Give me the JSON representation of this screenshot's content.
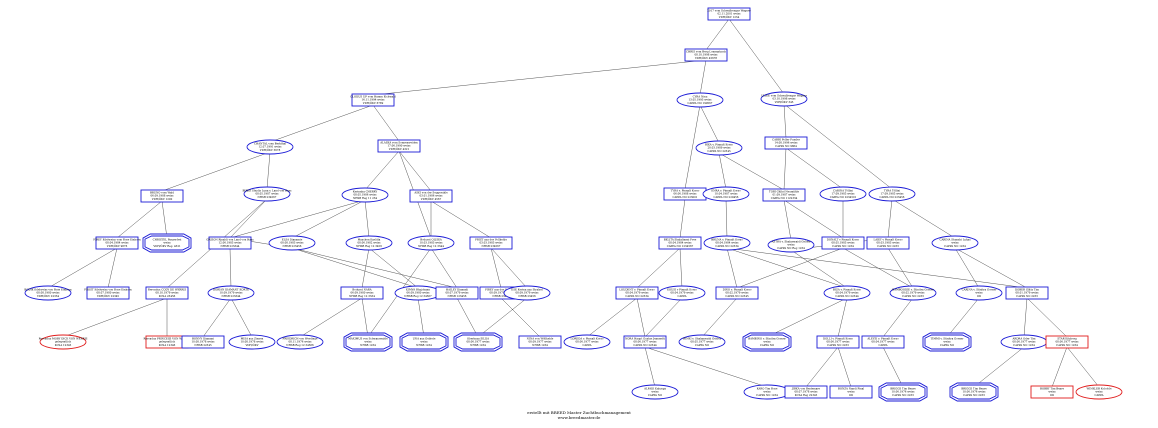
{
  "colors": {
    "male": "#1a1ad6",
    "female": "#1a1ad6",
    "highlight": "#e01b1b",
    "edge": "#555555"
  },
  "footer": {
    "line1": "erstellt mit BREED Master Zuchtbuchmanagement",
    "line2": "www.breedmaster.de"
  },
  "nodes": [
    {
      "id": "r",
      "lines": [
        "2017 vom Schwalbengar Wagner",
        "02.11.2001 weiss",
        "VDH/ÖKV 1234"
      ]
    },
    {
      "id": "a",
      "lines": [
        "CHRIS vom Berg Lommatzsch",
        "08.10.1998 weiss",
        "VDH/ÖKV 45678"
      ]
    },
    {
      "id": "b",
      "lines": [
        "ULIKE vom Schwalbengar Wagner",
        "03.10.1998 weiss",
        "VDH/ÖKV 345"
      ]
    },
    {
      "id": "c",
      "lines": [
        "CLODUS UP vom Hamm Eichwald",
        "16.11.1994 weiss",
        "VDH/ÖKV 6789"
      ]
    },
    {
      "id": "d",
      "lines": [
        "CYRA Ninu",
        "13.05.1993 weiss",
        "CAPPA NO 199567"
      ]
    },
    {
      "id": "e",
      "lines": [
        "CARRI Poller Funder",
        "14.08.1996 weiss",
        "CAPPA NO 9864"
      ]
    },
    {
      "id": "f",
      "lines": [
        "CHANTAL vom Berkthal",
        "12.07.1991 weiss",
        "VDH/ÖKV 5678"
      ]
    },
    {
      "id": "g",
      "lines": [
        "ALASKA vom Sonnenweiden",
        "17.06.1990 weiss",
        "VDH/ÖKV 4321"
      ]
    },
    {
      "id": "h",
      "lines": [
        "RIKA v. Pinnalt Korso",
        "20.03.1989 weiss",
        "CAPPA NO 22345"
      ]
    },
    {
      "id": "i",
      "lines": [
        "BRUNO vom Wald",
        "06.09.1988 weiss",
        "VDH/ÖKV 1200"
      ]
    },
    {
      "id": "j",
      "lines": [
        "BIRKE Shudis Luna v. Land von Hass",
        "08.05.1987 weiss",
        "NHSB 234567"
      ]
    },
    {
      "id": "k",
      "lines": [
        "Kerinnha CHERRY",
        "08.05.1986 weiss",
        "NHSB Reg 11 234"
      ]
    },
    {
      "id": "l",
      "lines": [
        "ASKI von der Seggeruhle",
        "03.01.1986 weiss",
        "VDH/ÖKV 4567"
      ]
    },
    {
      "id": "m",
      "lines": [
        "TYRA v. Pinnalt Korso",
        "06.06.1988 weiss",
        "CAPPA NO 223001"
      ]
    },
    {
      "id": "n",
      "lines": [
        "ENRA v. Pinnalt Korso",
        "10.04.1987 weiss",
        "CAPPA NO 220456"
      ]
    },
    {
      "id": "o",
      "lines": [
        "TORI Glühd Neumühle",
        "01.09.1987 weiss",
        "CAPPA NO 1122334"
      ]
    },
    {
      "id": "p",
      "lines": [
        "CARINA Töllini",
        "17.09.1985 weiss",
        "CAPPA NO 2234501"
      ]
    },
    {
      "id": "q",
      "lines": [
        "TYRA Töllini",
        "17.09.1985 weiss",
        "CAPPA NO 223456"
      ]
    },
    {
      "id": "s",
      "lines": [
        "FIREY Edelweiss vom Rose Einhorn",
        "08.04.1984 weiss",
        "VDH/ÖKV 9876"
      ]
    },
    {
      "id": "t",
      "lines": [
        "CHRISTEL Panzerfrei",
        "weiss",
        "VDH/ÖKV Reg. 4321"
      ]
    },
    {
      "id": "u",
      "lines": [
        "GRISON Rinaldi von Land von Hass",
        "12.06.1983 weiss",
        "NHSB 223344"
      ]
    },
    {
      "id": "v",
      "lines": [
        "ELSA Dianamie",
        "08.08.1983 weiss",
        "NHSB 223456"
      ]
    },
    {
      "id": "w",
      "lines": [
        "Maschen Karlitta",
        "08.06.1982 weiss",
        "NHSB Reg 12 3456"
      ]
    },
    {
      "id": "x",
      "lines": [
        "Bodurst OLISKA",
        "10.03.1983 weiss",
        "NHSB Reg 12 3344"
      ]
    },
    {
      "id": "y",
      "lines": [
        "FRIST aus der Vollkehle",
        "03.03.1983 weiss",
        "NHSB 234567"
      ]
    },
    {
      "id": "z",
      "lines": [
        "BELITA Shalalimmi Free",
        "08.04.1984 weiss",
        "CAPPA NO 1234567"
      ]
    },
    {
      "id": "aa",
      "lines": [
        "BRUNA v. Pinnalt Korso",
        "08.04.1984 weiss",
        "CAPPA NO 22334"
      ]
    },
    {
      "id": "ab",
      "lines": [
        "ASTRA v. Shalanwaidi Geldes",
        "weiss",
        "CAPPA NO Reg 1234"
      ]
    },
    {
      "id": "ac",
      "lines": [
        "DONALT v Pinnalt Korso",
        "08.05.1983 weiss",
        "CAPPA NO 1234"
      ]
    },
    {
      "id": "ad",
      "lines": [
        "LAIKY v Pinnalt Korso",
        "08.03.1983 weiss",
        "CAPPA NO 2233"
      ]
    },
    {
      "id": "ae",
      "lines": [
        "CARINA Shunshi Lukas",
        "weiss",
        "CAPPA NO 1234"
      ]
    },
    {
      "id": "af",
      "lines": [
        "BODIE Edelweiss von Rose Einhorn",
        "08.08.1980 weiss",
        "VDH/ÖKV 22334"
      ]
    },
    {
      "id": "ag",
      "lines": [
        "FROST Edelweiss von Rose Einhorn",
        "08.07.1980 weiss",
        "VDH/ÖKV 22345"
      ]
    },
    {
      "id": "ah",
      "lines": [
        "Reroadux CODY DE WERRIS",
        "08.10.1979 weiss",
        "KCSA 23456"
      ]
    },
    {
      "id": "ai",
      "lines": [
        "DORIAN DIAMANT KORTE",
        "10.09.1979 weiss",
        "NHSB 223344"
      ]
    },
    {
      "id": "aj",
      "lines": [
        "Bodurst NARA",
        "06.09.1980 weiss",
        "NHSB Reg 12 3334"
      ]
    },
    {
      "id": "ak",
      "lines": [
        "KIMVA Rhyjohann",
        "06.09.1980 weiss",
        "NHSB Reg 12 34567"
      ]
    },
    {
      "id": "al",
      "lines": [
        "HAILEY Diamadi",
        "08.07.1979 weiss",
        "NHSB 123456"
      ]
    },
    {
      "id": "am",
      "lines": [
        "FIREY aus der Vollkehle",
        "08.09.1979 weiss",
        "NHSB 23456"
      ]
    },
    {
      "id": "an",
      "lines": [
        "ESE Kerina aus Stralsel",
        "08.09.1979 weiss",
        "NHSB 23456"
      ]
    },
    {
      "id": "ao",
      "lines": [
        "LOUDENT v. Pinnalt Korso",
        "08.04.1979 weiss",
        "CAPPA NO 22334"
      ]
    },
    {
      "id": "ap",
      "lines": [
        "KOUSI v Pinnalt Korso",
        "08.04.1979 weiss",
        "CAPPA"
      ]
    },
    {
      "id": "aq",
      "lines": [
        "DINO v. Pinnalt Korso",
        "08.02.1979 weiss",
        "CAPPA NO 22345"
      ]
    },
    {
      "id": "ar",
      "lines": [
        "BIGA v. Pinnalt Korso",
        "08.04.1979 weiss",
        "CAPPA NO 22344"
      ]
    },
    {
      "id": "as",
      "lines": [
        "BAMBOODIE v. Stinitra Gorner",
        "08.02.1979 weiss",
        "CAPPA NO 2233"
      ]
    },
    {
      "id": "at",
      "lines": [
        "CARINA v. Stinitra Gorner",
        "weiss",
        "OD"
      ]
    },
    {
      "id": "au",
      "lines": [
        "DOBER Glitty Tim",
        "08.01.1979 weiss",
        "CAPPA NO 2233"
      ]
    },
    {
      "id": "av",
      "lines": [
        "Reroadux MOBY DICK VON WERRIS",
        "gelegentlich",
        "KCSA 12345"
      ]
    },
    {
      "id": "aw",
      "lines": [
        "Reroadux PRINCESS VON WERRIS",
        "gelegentlich",
        "KCSA 12346"
      ]
    },
    {
      "id": "ax",
      "lines": [
        "BONNY Diamani",
        "10.08.1978 weiss",
        "NHSB 22345"
      ]
    },
    {
      "id": "ay",
      "lines": [
        "MISA aus Zinnen",
        "10.08.1978 weiss",
        "VDH/ÖKV"
      ]
    },
    {
      "id": "az",
      "lines": [
        "FRIEDRICH von Werdinge",
        "08.11.1976 weiss",
        "NHSB Reg 12 34566"
      ]
    },
    {
      "id": "ba",
      "lines": [
        "MAXIMUS von Schwarzwalde",
        "weiss",
        "NHSB 1234"
      ]
    },
    {
      "id": "bb",
      "lines": [
        "UNA aus Gebiete",
        "weiss",
        "NHSB 1234"
      ]
    },
    {
      "id": "bc",
      "lines": [
        "Oberhaus SILDA",
        "08.06.1977 weiss",
        "NHSB 1234"
      ]
    },
    {
      "id": "bd",
      "lines": [
        "NINA von Wöllkehle",
        "08.09.1977 weiss",
        "NHSB 1234"
      ]
    },
    {
      "id": "be",
      "lines": [
        "LOREDA v. Pinnalt Korso",
        "08.06.1977 weiss",
        "CAPPA"
      ]
    },
    {
      "id": "bf",
      "lines": [
        "NORA Haupt Gustav Jeannetti",
        "08.06.1977 weiss",
        "CAPPA NO 22344"
      ]
    },
    {
      "id": "bg",
      "lines": [
        "HINKI v. Shalanwaidi Geldes",
        "08.05.1977 weiss",
        "CAPPA NO"
      ]
    },
    {
      "id": "bh",
      "lines": [
        "BAMBINO v. Stinitra Gorner",
        "weiss",
        "CAPPA NO"
      ]
    },
    {
      "id": "bi",
      "lines": [
        "DOLLI v. Pinnalt Korso",
        "08.06.1977 weiss",
        "CAPPA NO 2233"
      ]
    },
    {
      "id": "bj",
      "lines": [
        "ALEYSI v. Pinnalt Korso",
        "08.04.1977 weiss",
        "CAPPA"
      ]
    },
    {
      "id": "bk",
      "lines": [
        "TIMMI v. Stinitra Gorner",
        "weiss",
        "CAPPA NO"
      ]
    },
    {
      "id": "bl",
      "lines": [
        "ARDRA Oder Tim",
        "08.06.1977 weiss",
        "CAPPA NO 1234"
      ]
    },
    {
      "id": "bm",
      "lines": [
        "STAR Kitzberg",
        "08.06.1977 weiss",
        "CAPPA NO 1234"
      ]
    },
    {
      "id": "bn",
      "lines": [
        "ALFADI Kalunga",
        "weiss",
        "CAPPA NO"
      ]
    },
    {
      "id": "bo",
      "lines": [
        "KARO Tim Rose",
        "weiss",
        "CAPPA NO 1234"
      ]
    },
    {
      "id": "bp",
      "lines": [
        "JIRKA von Bestemare",
        "08.07.1978 weiss",
        "KCSA Reg 22345"
      ]
    },
    {
      "id": "bq",
      "lines": [
        "BONZA Nandi Pinal",
        "weiss",
        "OD"
      ]
    },
    {
      "id": "br",
      "lines": [
        "BRIGGS Tim Beare",
        "10.06.1976 weiss",
        "CAPPA NO 2233"
      ]
    },
    {
      "id": "bs",
      "lines": [
        "BRIGGS Tim Beare",
        "10.06.1976 weiss",
        "CAPPA NO 2233"
      ]
    },
    {
      "id": "bt",
      "lines": [
        "BOBBY Tim Beare",
        "weiss",
        "OD"
      ]
    },
    {
      "id": "bu",
      "lines": [
        "WINKLER Kobolde",
        "weiss",
        "CAPPA"
      ]
    },
    {
      "id": "bv",
      "lines": [
        "GERRY Kalibrandi",
        "10.07.1977 weiss",
        "CAPPA NO 1234"
      ]
    },
    {
      "id": "bw",
      "lines": [
        "NOROSE von den Kitzberglanden",
        "07.06.1973 gelegentlich",
        "KCSA 23456"
      ]
    },
    {
      "id": "bx",
      "lines": [
        "DOMINIK Glitty aus",
        "weiss",
        "OD"
      ]
    },
    {
      "id": "by",
      "lines": [
        "NAMORA von der Kitzbergland",
        "07.09.1973 weiss",
        "VDH/ÖKV 12345"
      ]
    },
    {
      "id": "bz",
      "lines": [
        "CAROBOSS Strief von",
        "08.03.1974 gelegentlich",
        "KCSA 23456"
      ]
    }
  ]
}
